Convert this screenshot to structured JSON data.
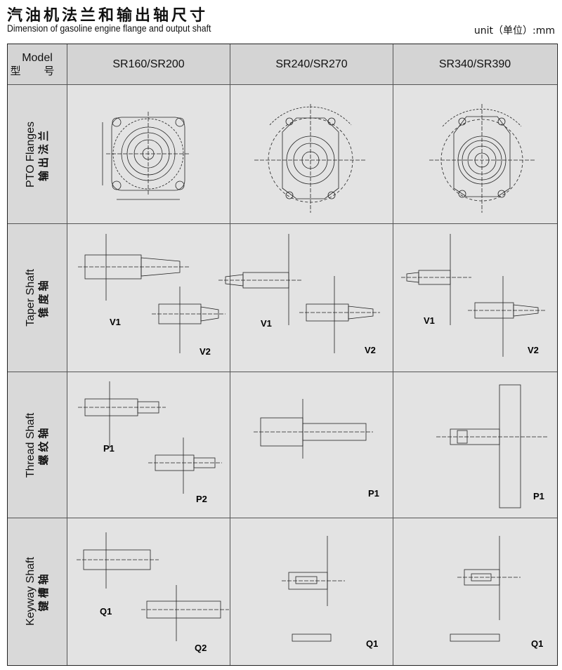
{
  "title_cn": "汽油机法兰和输出轴尺寸",
  "title_en": "Dimension of gasoline engine flange and output shaft",
  "unit": "unit（单位）:mm",
  "header": {
    "model_en": "Model",
    "model_cn": "型  号",
    "columns": [
      "SR160/SR200",
      "SR240/SR270",
      "SR340/SR390"
    ]
  },
  "rows": [
    {
      "en": "PTO Flanges",
      "cn": "输出法兰"
    },
    {
      "en": "Taper Shaft",
      "cn": "锥度轴"
    },
    {
      "en": "Thread Shaft",
      "cn": "螺纹轴"
    },
    {
      "en": "Keyway Shaft",
      "cn": "键槽轴"
    }
  ],
  "cell_labels": {
    "taper": {
      "c1": [
        "V1",
        "V2"
      ],
      "c2": [
        "V1",
        "V2"
      ],
      "c3": [
        "V1",
        "V2"
      ]
    },
    "thread": {
      "c1": [
        "P1",
        "P2"
      ],
      "c2": [
        "P1"
      ],
      "c3": [
        "P1"
      ]
    },
    "keyway": {
      "c1": [
        "Q1",
        "Q2"
      ],
      "c2": [
        "Q1"
      ],
      "c3": [
        "Q1"
      ]
    }
  }
}
